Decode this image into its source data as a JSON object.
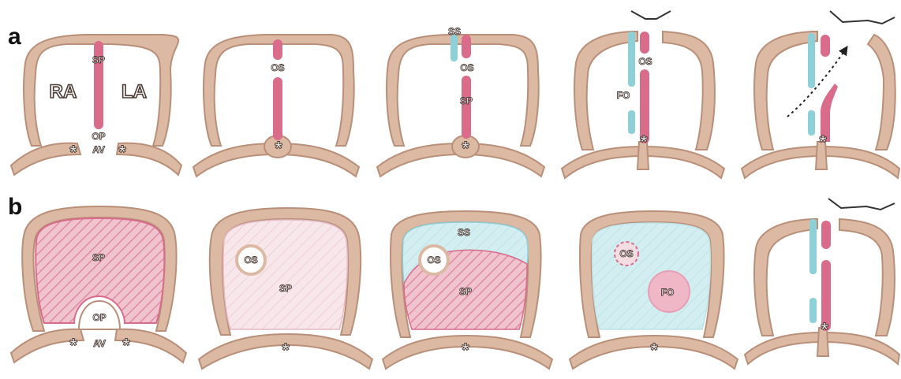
{
  "figure": {
    "panels": [
      {
        "letter": "a"
      },
      {
        "letter": "b"
      }
    ],
    "labels": {
      "RA": "RA",
      "LA": "LA",
      "SP": "SP",
      "OS": "OS",
      "OP": "OP",
      "AV": "AV",
      "SS": "SS",
      "FO": "FO",
      "star": "*"
    },
    "colors": {
      "wall_fill": "#dcb9a2",
      "wall_stroke": "#b98f79",
      "septum_primum": "#d96b8b",
      "septum_primum_light": "#f3dde2",
      "septum_primum_hatch": "#e79fb3",
      "septum_secundum": "#8ed0d8",
      "septum_secundum_light": "#cdebee",
      "label_text": "#ffffff",
      "label_outline": "#4a3b35",
      "arrow": "#222222"
    }
  }
}
